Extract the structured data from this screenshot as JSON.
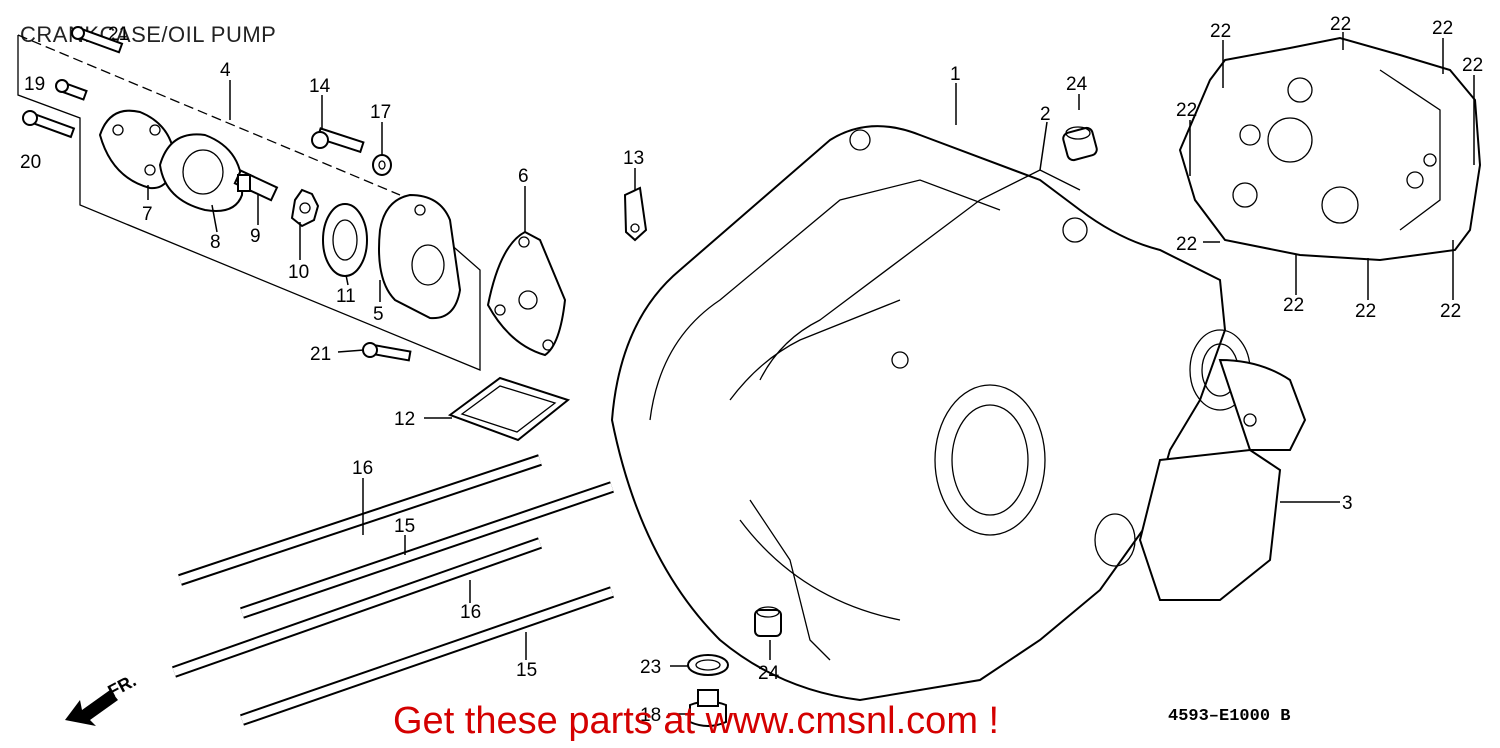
{
  "title": "CRANKCASE/OIL PUMP",
  "promo": "Get these parts at www.cmsnl.com !",
  "diagram_code": "4593–E1000 B",
  "direction_label": "FR.",
  "icons": {
    "direction": "arrow-front-icon"
  },
  "colors": {
    "promo": "#d40000",
    "line": "#000000"
  },
  "callouts": [
    {
      "id": "c-21a",
      "label": "21"
    },
    {
      "id": "c-19",
      "label": "19"
    },
    {
      "id": "c-20",
      "label": "20"
    },
    {
      "id": "c-4",
      "label": "4"
    },
    {
      "id": "c-7",
      "label": "7"
    },
    {
      "id": "c-8",
      "label": "8"
    },
    {
      "id": "c-9",
      "label": "9"
    },
    {
      "id": "c-10",
      "label": "10"
    },
    {
      "id": "c-11",
      "label": "11"
    },
    {
      "id": "c-5",
      "label": "5"
    },
    {
      "id": "c-14",
      "label": "14"
    },
    {
      "id": "c-17",
      "label": "17"
    },
    {
      "id": "c-21b",
      "label": "21"
    },
    {
      "id": "c-6",
      "label": "6"
    },
    {
      "id": "c-13",
      "label": "13"
    },
    {
      "id": "c-12",
      "label": "12"
    },
    {
      "id": "c-16a",
      "label": "16"
    },
    {
      "id": "c-15a",
      "label": "15"
    },
    {
      "id": "c-16b",
      "label": "16"
    },
    {
      "id": "c-15b",
      "label": "15"
    },
    {
      "id": "c-1",
      "label": "1"
    },
    {
      "id": "c-24a",
      "label": "24"
    },
    {
      "id": "c-2",
      "label": "2"
    },
    {
      "id": "c-3",
      "label": "3"
    },
    {
      "id": "c-23",
      "label": "23"
    },
    {
      "id": "c-18",
      "label": "18"
    },
    {
      "id": "c-24b",
      "label": "24"
    },
    {
      "id": "c-22a",
      "label": "22"
    },
    {
      "id": "c-22b",
      "label": "22"
    },
    {
      "id": "c-22c",
      "label": "22"
    },
    {
      "id": "c-22d",
      "label": "22"
    },
    {
      "id": "c-22e",
      "label": "22"
    },
    {
      "id": "c-22f",
      "label": "22"
    },
    {
      "id": "c-22g",
      "label": "22"
    },
    {
      "id": "c-22h",
      "label": "22"
    },
    {
      "id": "c-22i",
      "label": "22"
    }
  ]
}
